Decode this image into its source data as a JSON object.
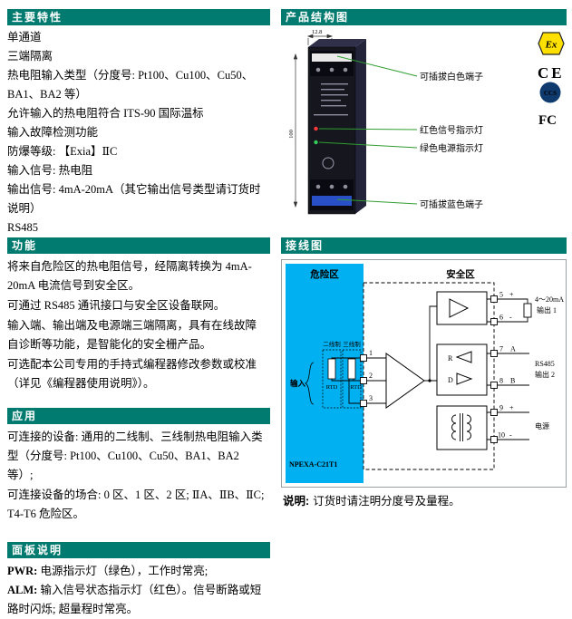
{
  "left": {
    "features": {
      "title": "主要特性",
      "lines": [
        "单通道",
        "三端隔离",
        "热电阻输入类型（分度号: Pt100、Cu100、Cu50、BA1、BA2 等）",
        "允许输入的热电阻符合 ITS-90 国际温标",
        "输入故障检测功能",
        "防爆等级: 【Exia】ⅡC",
        "输入信号: 热电阻",
        "输出信号: 4mA-20mA（其它输出信号类型请订货时说明）",
        "RS485"
      ]
    },
    "functions": {
      "title": "功能",
      "paras": [
        "将来自危险区的热电阻信号，经隔离转换为 4mA-20mA 电流信号到安全区。",
        "可通过 RS485 通讯接口与安全区设备联网。",
        "输入端、输出端及电源端三端隔离，具有在线故障自诊断等功能，是智能化的安全栅产品。",
        "可选配本公司专用的手持式编程器修改参数或校准（详见《编程器使用说明》）。"
      ]
    },
    "application": {
      "title": "应用",
      "paras": [
        "可连接的设备: 通用的二线制、三线制热电阻输入类型（分度号: Pt100、Cu100、Cu50、BA1、BA2 等）;",
        "可连接设备的场合: 0 区、1 区、2 区; ⅡA、ⅡB、ⅡC; T4-T6 危险区。"
      ]
    },
    "panel": {
      "title": "面板说明",
      "items": [
        {
          "label": "PWR:",
          "text": "电源指示灯（绿色），工作时常亮;"
        },
        {
          "label": "ALM:",
          "text": "输入信号状态指示灯（红色）。信号断路或短路时闪烁; 超量程时常亮。"
        }
      ]
    }
  },
  "right": {
    "structure": {
      "title": "产品结构图",
      "dim_width": "12.8",
      "dim_height": "100",
      "callouts": [
        "可插拔白色端子",
        "红色信号指示灯",
        "绿色电源指示灯",
        "可插拔蓝色端子"
      ],
      "certs": {
        "atex": "Ex",
        "ce": "CE",
        "ccs": "CCS",
        "fcc": "FC"
      }
    },
    "wiring": {
      "title": "接线图",
      "hazard_zone": "危险区",
      "safe_zone": "安全区",
      "two_wire": "二线制",
      "three_wire": "三线制",
      "input_label": "输入",
      "rtd": "RTD",
      "receiver": "R",
      "driver": "D",
      "model": "NPEXA-C21T1",
      "t": {
        "n1": "1",
        "n2": "2",
        "n3": "3",
        "n5": "5",
        "n6": "6",
        "n7": "7",
        "n8": "8",
        "n9": "9",
        "n10": "10"
      },
      "s": {
        "p5": "+",
        "m6": "-",
        "a7": "A",
        "b8": "B",
        "p9": "+",
        "m10": "-"
      },
      "out1_line1": "4～20mA",
      "out1_line2": "输出 1",
      "out2_line1": "RS485",
      "out2_line2": "输出 2",
      "power": "电源"
    },
    "note": {
      "label": "说明:",
      "text": "订货时请注明分度号及量程。"
    }
  },
  "colors": {
    "header_bg": "#017a6f",
    "hazard_blue": "#00b0f0",
    "callout_green": "#2f9e2f",
    "atex_yellow": "#ffe000"
  }
}
